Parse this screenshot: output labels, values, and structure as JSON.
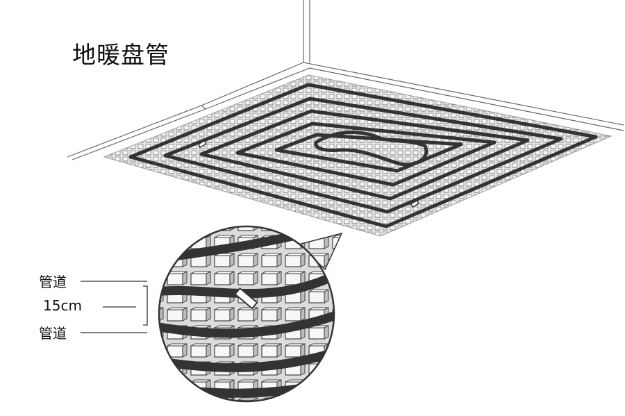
{
  "title": "地暖盘管",
  "callouts": {
    "pipe_top": "管道",
    "spacing": "15cm",
    "pipe_bottom": "管道"
  },
  "colors": {
    "pipe": "#333333",
    "mat": "#cfcfcf",
    "line": "#555555"
  }
}
